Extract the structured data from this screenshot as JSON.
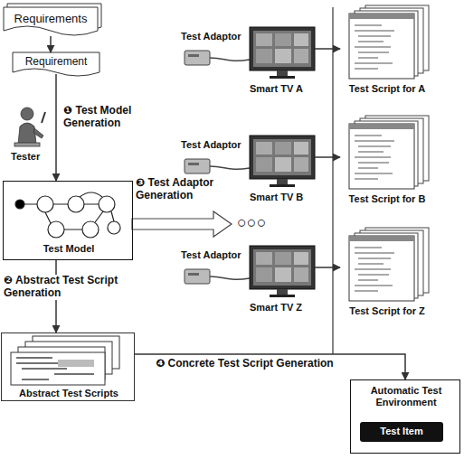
{
  "diagram": {
    "nodes": [
      {
        "text": [
          "Requirements"
        ]
      },
      {
        "text": [
          "Requirement"
        ]
      },
      {
        "text": [
          "Test Model"
        ]
      },
      {
        "text": [
          "Abstract Test Scripts"
        ]
      },
      {
        "text": [
          "Test Adaptor",
          "Smart TV A"
        ]
      },
      {
        "text": [
          "Test Script for A"
        ]
      },
      {
        "text": [
          "Test Adaptor",
          "Smart TV B"
        ]
      },
      {
        "text": [
          "Test Script for B"
        ]
      },
      {
        "text": [
          "Test Adaptor",
          "Smart TV Z"
        ]
      },
      {
        "text": [
          "Test Script for Z"
        ]
      },
      {
        "text": [
          "Automatic Test Environment"
        ]
      },
      {
        "text": [
          "Test Item"
        ],
        "in": 10
      }
    ],
    "edges": [
      {
        "from": 0,
        "to": 1,
        "arrow": "to"
      },
      {
        "from": 1,
        "to": 2,
        "arrow": "to",
        "label": "❶ Test Model Generation"
      },
      {
        "from": 2,
        "to": 3,
        "arrow": "to",
        "label": "❷ Abstract Test Script Generation"
      },
      {
        "from": 4,
        "to": 5,
        "arrow": "to"
      },
      {
        "from": 6,
        "to": 7,
        "arrow": "to"
      },
      {
        "from": 8,
        "to": 9,
        "arrow": "to"
      },
      {
        "from": 3,
        "to": 10,
        "arrow": "to",
        "label": "❹ Concrete Test Script Generation"
      }
    ],
    "labels": [
      "Tester",
      "❸ Test Adaptor Generation",
      "○○○"
    ]
  }
}
